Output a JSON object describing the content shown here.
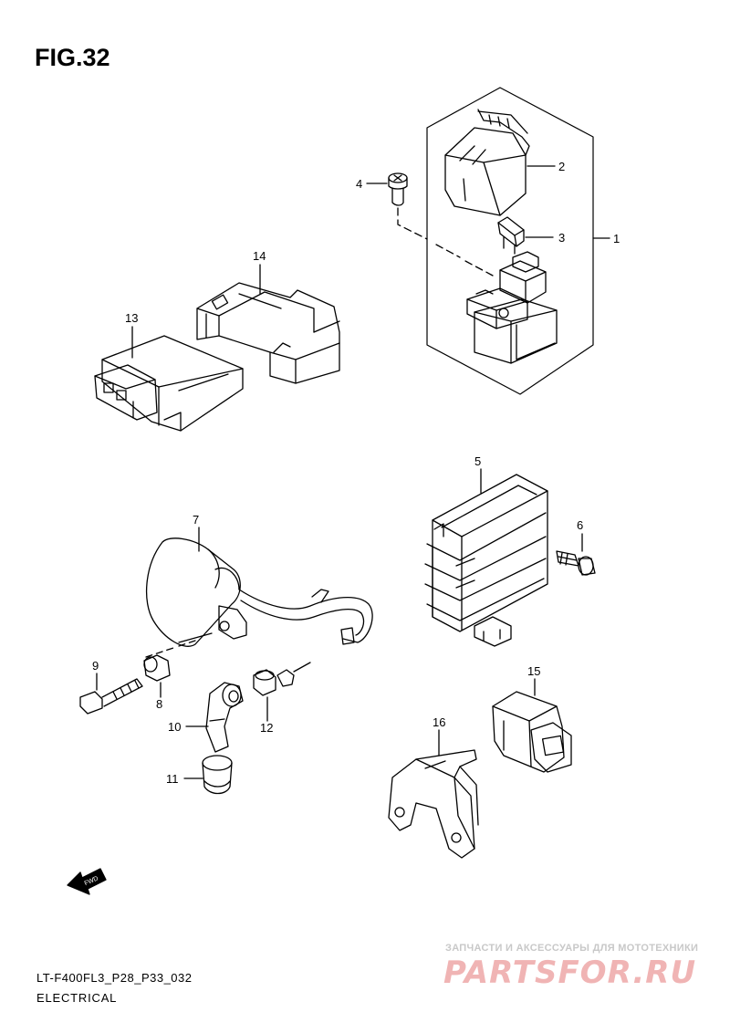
{
  "figure": {
    "title": "FIG.32",
    "model_code": "LT-F400FL3_P28_P33_032",
    "section_name": "ELECTRICAL"
  },
  "watermark": {
    "tagline": "ЗАПЧАСТИ И АКСЕССУАРЫ ДЛЯ МОТОТЕХНИКИ",
    "logo": "PARTSFOR.RU"
  },
  "direction_label": "FWD",
  "callouts": {
    "c1": "1",
    "c2": "2",
    "c3": "3",
    "c4": "4",
    "c5": "5",
    "c6": "6",
    "c7": "7",
    "c8": "8",
    "c9": "9",
    "c10": "10",
    "c11": "11",
    "c12": "12",
    "c13": "13",
    "c14": "14",
    "c15": "15",
    "c16": "16"
  }
}
